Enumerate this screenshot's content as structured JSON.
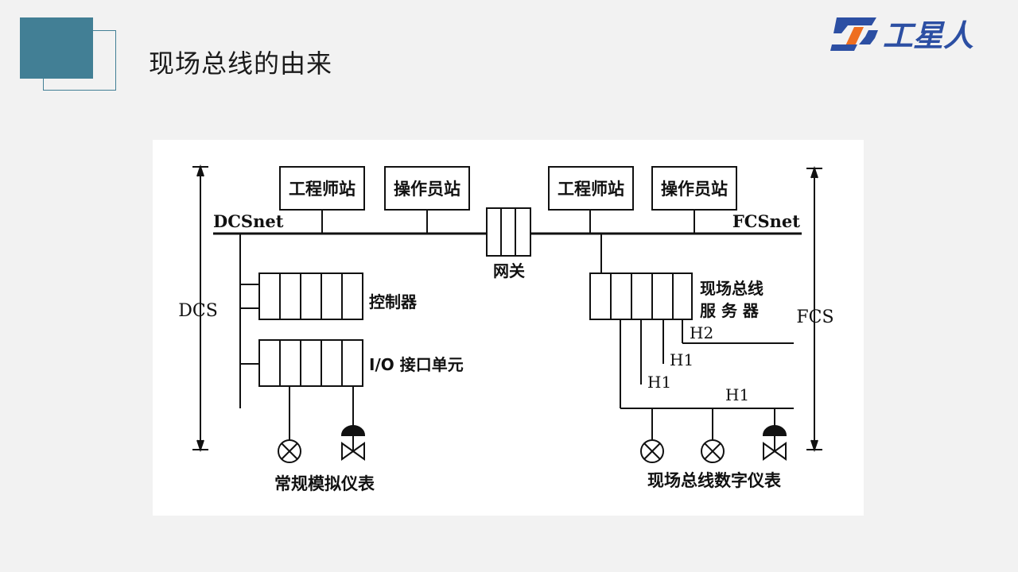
{
  "slide": {
    "title": "现场总线的由来"
  },
  "logo": {
    "text": "工星人",
    "colors": {
      "blue": "#2c4fa3",
      "orange": "#ee6e1f"
    }
  },
  "diagram": {
    "dcs_side": {
      "axis_label": "DCS",
      "network_label": "DCSnet",
      "stations": [
        "工程师站",
        "操作员站"
      ],
      "controller_label": "控制器",
      "io_label": "I/O 接口单元",
      "instruments_label": "常规模拟仪表"
    },
    "gateway_label": "网关",
    "fcs_side": {
      "axis_label": "FCS",
      "network_label": "FCSnet",
      "stations": [
        "工程师站",
        "操作员站"
      ],
      "server_label_line1": "现场总线",
      "server_label_line2": "服 务 器",
      "bus_labels": [
        "H2",
        "H1",
        "H1",
        "H1"
      ],
      "instruments_label": "现场总线数字仪表"
    }
  }
}
